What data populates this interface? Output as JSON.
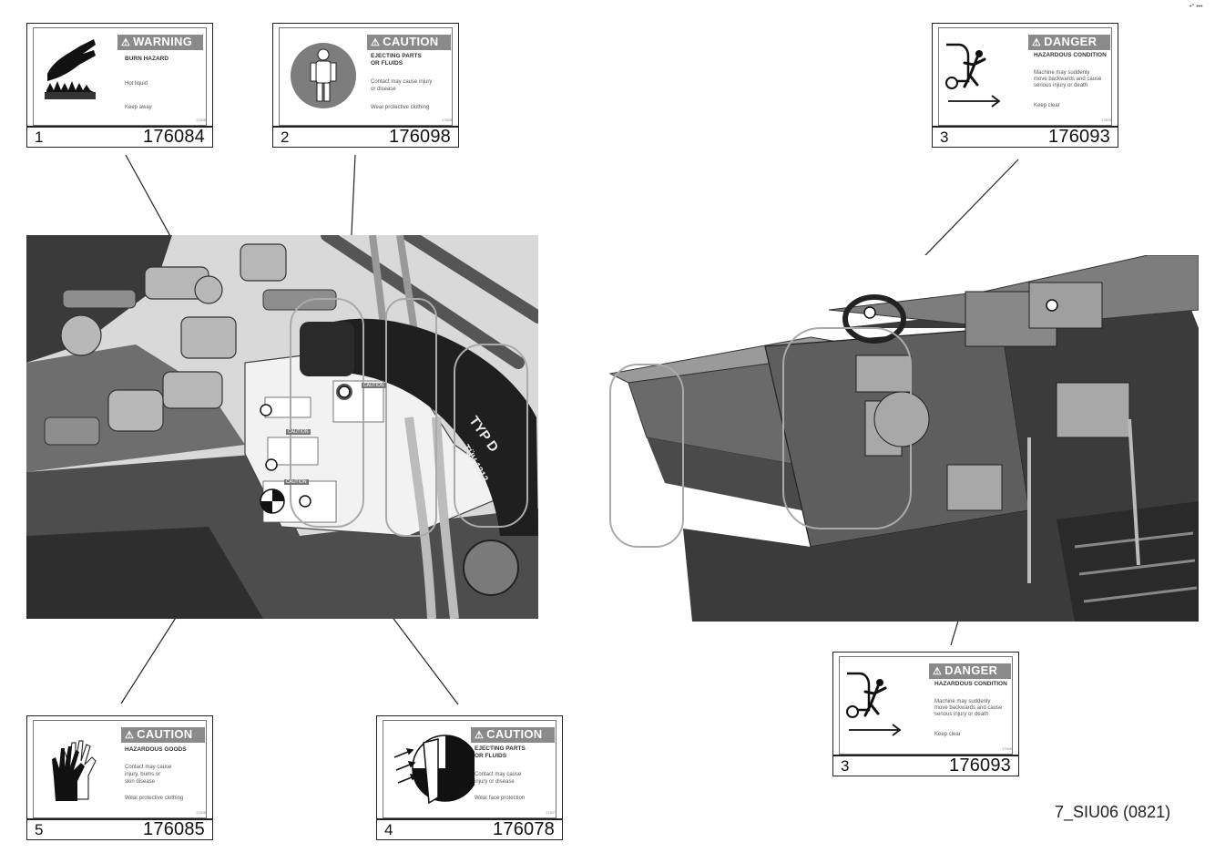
{
  "corner_mark": "•° •••",
  "doc_code": "7_SIU06 (0821)",
  "photo_left": {
    "hose_text": "TYP D",
    "hose_text2": "TÜV 1312",
    "mini_caution_1": "CAUTION",
    "mini_caution_2": "CAUTION",
    "mini_caution_3": "CAUTION"
  },
  "labels": [
    {
      "item": "1",
      "part_number": "176084",
      "signal_word": "WARNING",
      "heading": "BURN HAZARD",
      "line1": "Hot liquid",
      "line2": "Keep away",
      "icon": "burn-hazard-hand-icon",
      "small_code": "176084"
    },
    {
      "item": "2",
      "part_number": "176098",
      "signal_word": "CAUTION",
      "heading": "EJECTING PARTS",
      "heading2": "OR FLUIDS",
      "line1": "Contact may cause injury",
      "line1b": "or disease",
      "line2": "Wear protective clothing",
      "icon": "protective-clothing-icon",
      "small_code": "176098"
    },
    {
      "item": "3",
      "part_number": "176093",
      "signal_word": "DANGER",
      "heading": "HAZARDOUS CONDITION",
      "line1": "Machine may suddenly",
      "line1b": "move backwards and cause",
      "line1c": "serious injury or death",
      "line2": "Keep clear",
      "icon": "crush-hazard-person-icon",
      "small_code": "176093"
    },
    {
      "item": "3",
      "part_number": "176093",
      "signal_word": "DANGER",
      "heading": "HAZARDOUS CONDITION",
      "line1": "Machine may suddenly",
      "line1b": "move backwards and cause",
      "line1c": "serious injury or death",
      "line2": "Keep clear",
      "icon": "crush-hazard-person-icon",
      "small_code": "176093"
    },
    {
      "item": "5",
      "part_number": "176085",
      "signal_word": "CAUTION",
      "heading": "HAZARDOUS GOODS",
      "line1": "Contact may cause",
      "line1b": "injury, burns or",
      "line1c": "skin disease",
      "line2": "Wear protective clothing",
      "icon": "gloves-icon",
      "small_code": "176085"
    },
    {
      "item": "4",
      "part_number": "176078",
      "signal_word": "CAUTION",
      "heading": "EJECTING PARTS",
      "heading2": "OR FLUIDS",
      "line1": "Contact may cause",
      "line1b": "injury or disease",
      "line2": "Wear face protection",
      "icon": "face-protection-icon",
      "small_code": "176078"
    }
  ]
}
